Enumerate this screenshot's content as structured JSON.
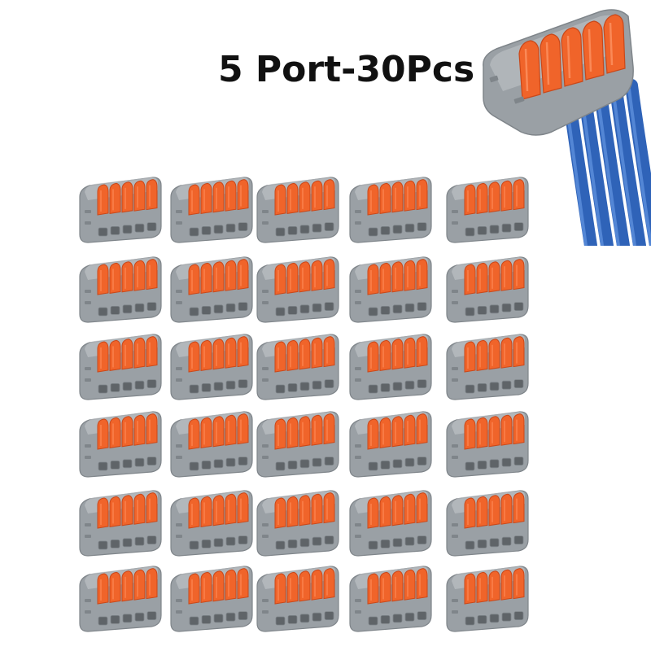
{
  "title": "5 Port-30Pcs",
  "product": {
    "ports": 5,
    "quantity": 30,
    "grid_rows": 6,
    "grid_cols": 5,
    "colors": {
      "housing": "#9aa0a5",
      "housing_dark": "#7f858a",
      "housing_light": "#c3c7ca",
      "lever": "#f0642a",
      "lever_dark": "#c9481a",
      "wire": "#2f63b8",
      "wire_light": "#5c8fdc"
    }
  }
}
